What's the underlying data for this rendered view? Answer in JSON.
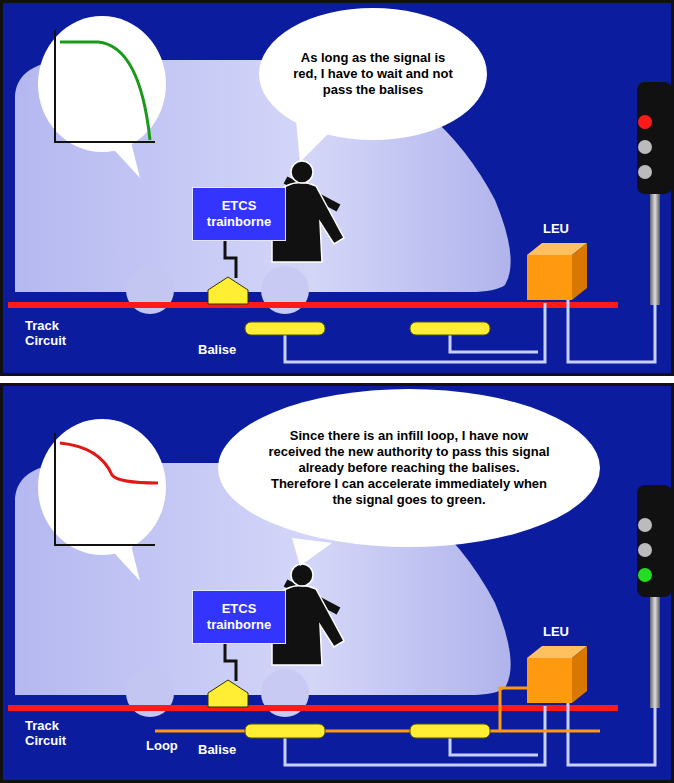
{
  "diagram": {
    "nodes": [
      {
        "text": [
          "As long as the signal is red, I have to wait and not pass the balises"
        ]
      },
      {
        "text": [
          "ETCS trainborne"
        ]
      },
      {
        "text": [
          "Since there is an infill loop, I have now received the new authority to pass this signal already before reaching the balises. Therefore I can accelerate immediately when the signal goes to green."
        ]
      },
      {
        "text": [
          "ETCS trainborne"
        ]
      }
    ],
    "labels": [
      "LEU",
      "Track Circuit",
      "Balise",
      "LEU",
      "Track Circuit",
      "Loop",
      "Balise"
    ]
  }
}
